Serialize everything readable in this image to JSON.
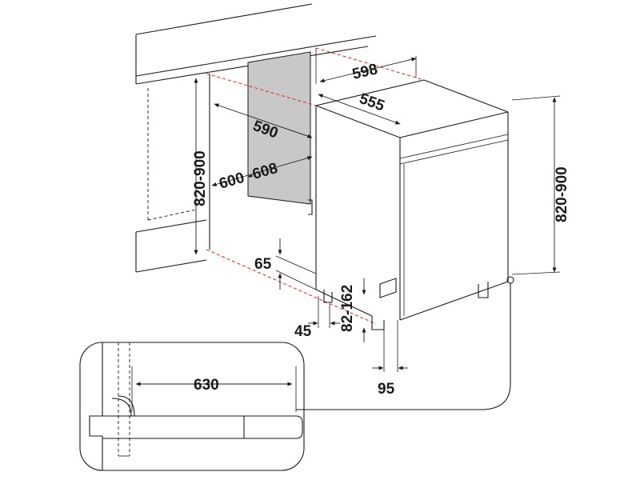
{
  "diagram": {
    "colors": {
      "line": "#1a1a1a",
      "guide": "#e0313a",
      "recess_fill": "#c8c8c8"
    },
    "dimensions": {
      "appliance_width": "598",
      "appliance_depth": "555",
      "niche_depth": "590",
      "niche_width": "600 -608",
      "niche_height": "820-900",
      "appliance_height": "820-900",
      "plinth_setback": "65",
      "foot_offset": "45",
      "plinth_height": "82-162",
      "foot_depth": "95",
      "detail_depth": "630"
    }
  }
}
